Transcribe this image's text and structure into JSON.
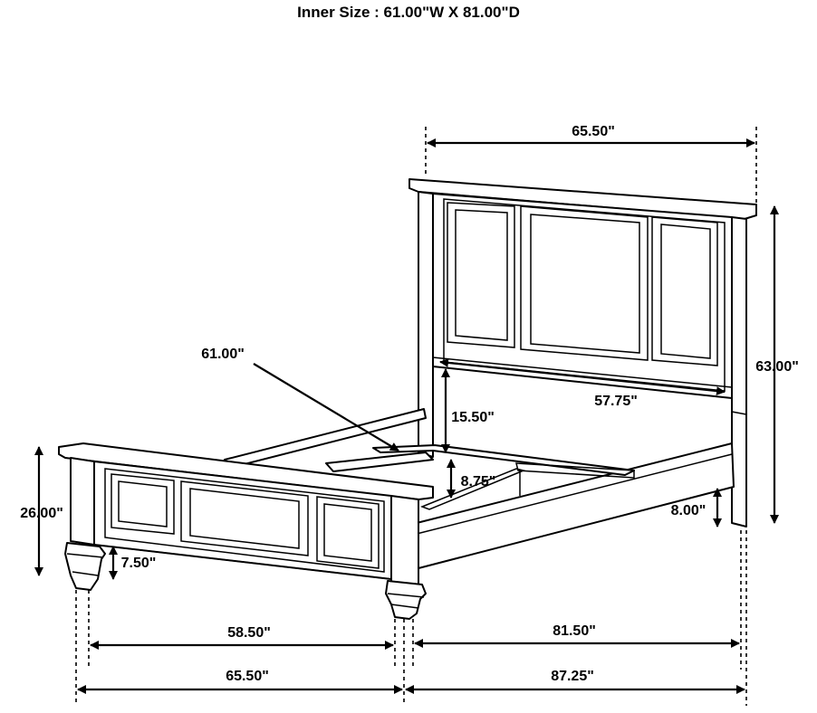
{
  "title": "Inner Size : 61.00\"W X 81.00\"D",
  "dimensions": {
    "headboard_width": "65.50\"",
    "headboard_height": "63.00\"",
    "inner_width_label": "61.00\"",
    "headboard_panel_width": "57.75\"",
    "headboard_gap_height": "15.50\"",
    "slat_height": "8.75\"",
    "rail_height": "8.00\"",
    "footboard_height": "26.00\"",
    "foot_leg_height": "7.50\"",
    "footboard_inner_width": "58.50\"",
    "footboard_outer_width": "65.50\"",
    "rail_inner_length": "81.50\"",
    "rail_outer_length": "87.25\""
  }
}
